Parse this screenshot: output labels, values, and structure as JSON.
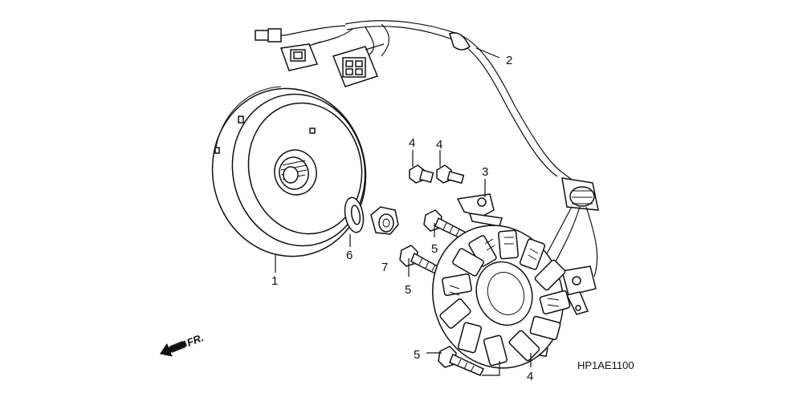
{
  "diagram": {
    "callouts": {
      "flywheel": "1",
      "wire_harness": "2",
      "clamp": "3",
      "bolt_upper_left": "4",
      "bolt_upper_right": "4",
      "bolt_lower_right": "4",
      "flange_bolt_upper": "5",
      "flange_bolt_middle": "5",
      "flange_bolt_lower": "5",
      "washer": "6",
      "nut": "7"
    },
    "diagram_code": "HP1AE1100",
    "front_indicator": "FR."
  }
}
